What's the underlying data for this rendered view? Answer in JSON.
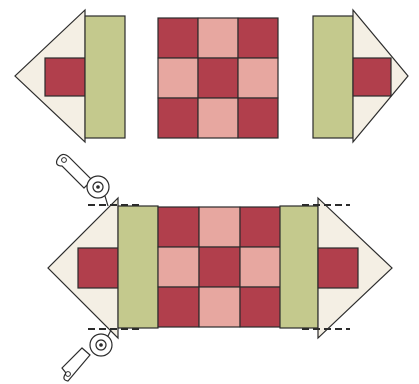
{
  "colors": {
    "red": "#b13f4c",
    "pink": "#e7a7a0",
    "cream": "#f4efe4",
    "green": "#c4c98d",
    "outline": "#2b2b2b",
    "background": "#ffffff"
  },
  "icons": {
    "cutter_top": "rotary-cutter-icon",
    "cutter_bottom": "rotary-cutter-icon"
  },
  "nine_patch_pattern": [
    [
      "red",
      "pink",
      "red"
    ],
    [
      "pink",
      "red",
      "pink"
    ],
    [
      "red",
      "pink",
      "red"
    ]
  ],
  "end_unit_pattern": [
    "cream",
    "red",
    "cream"
  ]
}
